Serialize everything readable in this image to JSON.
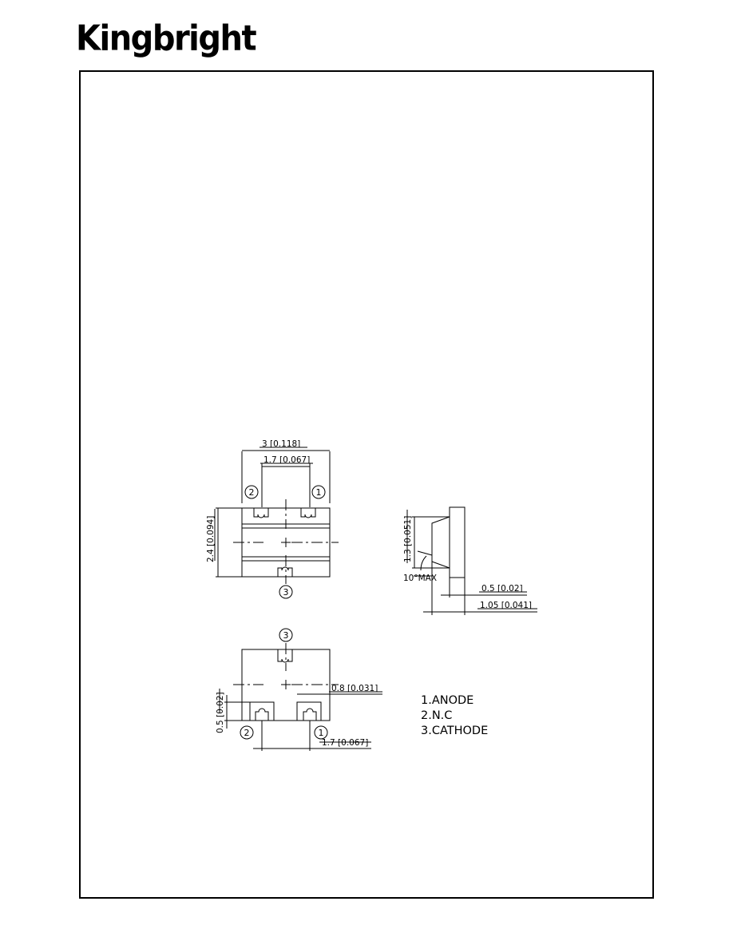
{
  "header": {
    "logo": "Kingbright"
  },
  "top_view": {
    "width_dim": "3 [0.118]",
    "pitch_dim": "1.7 [0.067]",
    "height_dim": "2.4 [0.094]",
    "pins": [
      "1",
      "2",
      "3"
    ]
  },
  "side_view": {
    "height_dim": "1.3 [0.051]",
    "angle_dim": "10°MAX",
    "lead_dim": "0.5 [0.02]",
    "total_dim": "1.05 [0.041]"
  },
  "bottom_view": {
    "pad_height_dim": "0.5 [0.02]",
    "pad_width_dim": "0.8 [0.031]",
    "pitch_dim": "1.7 [0.067]",
    "pins": [
      "1",
      "2",
      "3"
    ]
  },
  "pinout": [
    "1.ANODE",
    "2.N.C",
    "3.CATHODE"
  ]
}
